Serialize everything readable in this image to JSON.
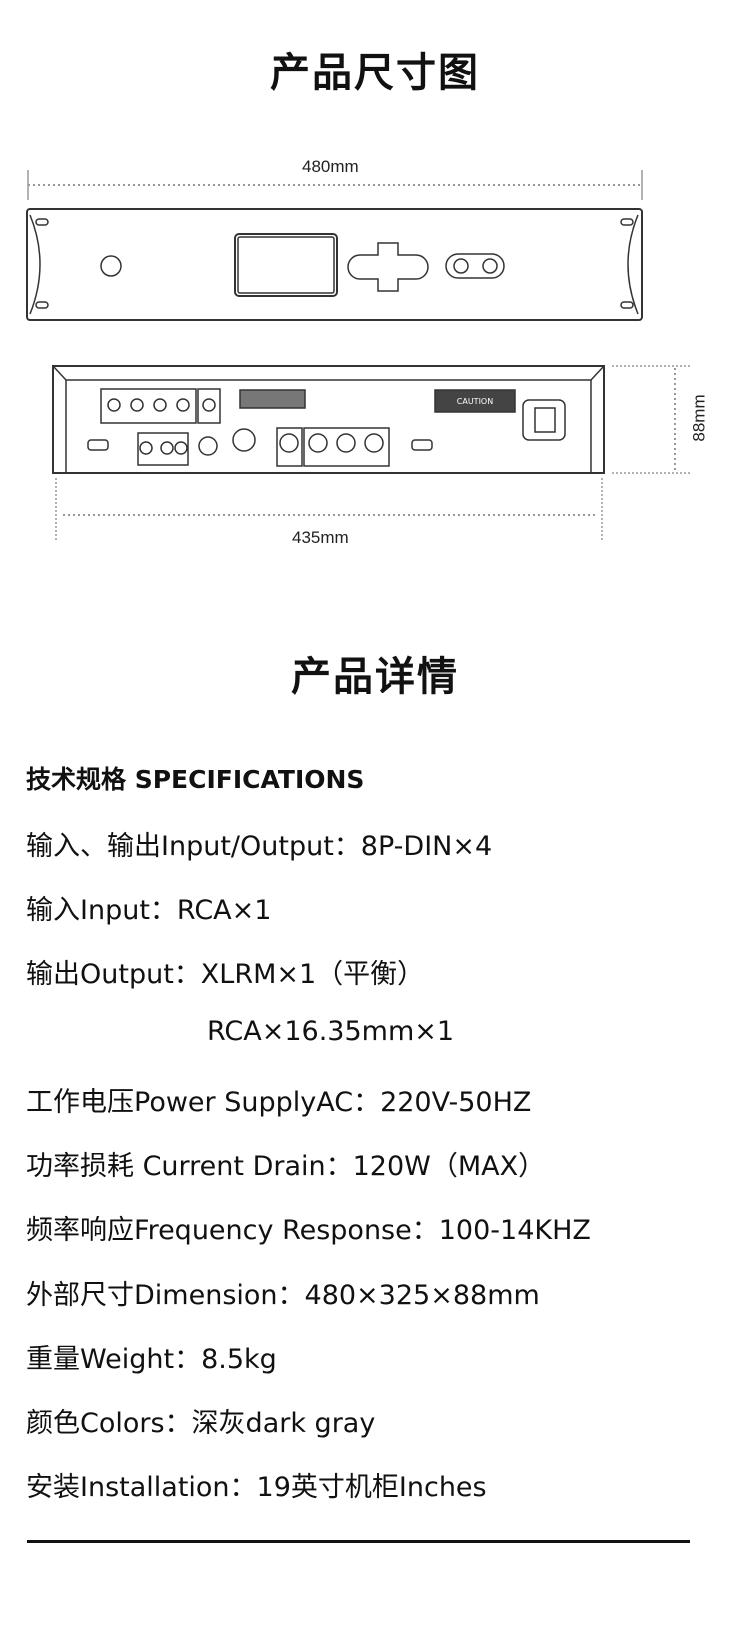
{
  "section1": {
    "title": "产品尺寸图"
  },
  "drawing": {
    "width_label": "480mm",
    "depth_label": "435mm",
    "height_label": "88mm",
    "caution_label": "CAUTION"
  },
  "section2": {
    "title": "产品详情"
  },
  "specs": {
    "heading": "技术规格 SPECIFICATIONS",
    "lines": [
      "输入、输出Input/Output：8P-DIN×4",
      "输入Input：RCA×1",
      "输出Output：XLRM×1（平衡）",
      "RCA×16.35mm×1",
      "工作电压Power SupplyAC：220V-50HZ",
      "功率损耗 Current Drain：120W（MAX）",
      "频率响应Frequency Response：100-14KHZ",
      "外部尺寸Dimension：480×325×88mm",
      "重量Weight：8.5kg",
      "颜色Colors：深灰dark gray",
      "安装Installation：19英寸机柜Inches"
    ]
  }
}
